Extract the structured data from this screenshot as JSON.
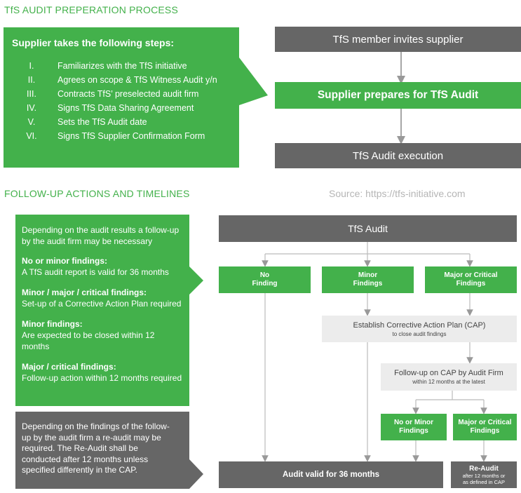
{
  "header": {
    "title": "TfS AUDIT PREPERATION PROCESS",
    "followup_title": "FOLLOW-UP ACTIONS AND TIMELINES",
    "source": "Source: https://tfs-initiative.com"
  },
  "supplier": {
    "heading": "Supplier takes the following steps:",
    "steps": [
      {
        "num": "I.",
        "text": "Familiarizes with the TfS initiative"
      },
      {
        "num": "II.",
        "text": "Agrees on scope & TfS Witness Audit y/n"
      },
      {
        "num": "III.",
        "text": "Contracts TfS’ preselected audit firm"
      },
      {
        "num": "IV.",
        "text": "Signs TfS Data Sharing Agreement"
      },
      {
        "num": "V.",
        "text": "Sets the TfS Audit date"
      },
      {
        "num": "VI.",
        "text": "Signs TfS Supplier Confirmation Form"
      }
    ]
  },
  "process": {
    "invite": "TfS member invites supplier",
    "prepare": "Supplier prepares for TfS Audit",
    "execute": "TfS Audit execution"
  },
  "info_green": {
    "intro": "Depending on the audit results a follow-up by the audit firm may be necessary",
    "items": [
      {
        "title": "No or minor findings:",
        "text": "A TfS audit report is valid for 36 months"
      },
      {
        "title": "Minor / major / critical findings:",
        "text": "Set-up of a Corrective Action Plan required"
      },
      {
        "title": "Minor findings:",
        "text": "Are expected to be closed within 12 months"
      },
      {
        "title": "Major / critical findings:",
        "text": "Follow-up action within 12 months required"
      }
    ]
  },
  "info_gray": {
    "text": "Depending on the findings of the follow-up by the audit firm a re-audit may be required. The Re-Audit shall be conducted after 12 months unless specified differently in the CAP."
  },
  "flow": {
    "audit": "TfS Audit",
    "no_finding": "No Finding",
    "minor_findings": "Minor Findings",
    "major_critical": "Major or Critical Findings",
    "cap_title": "Establish Corrective Action Plan (CAP)",
    "cap_sub": "to close audit findings",
    "followup_title": "Follow-up on CAP by Audit Firm",
    "followup_sub": "within 12 months at the latest",
    "no_or_minor": "No or Minor Findings",
    "major_critical_2": "Major or Critical Findings",
    "valid": "Audit valid for 36 months",
    "reaudit_title": "Re-Audit",
    "reaudit_sub": "after 12 months or as defined in CAP"
  }
}
